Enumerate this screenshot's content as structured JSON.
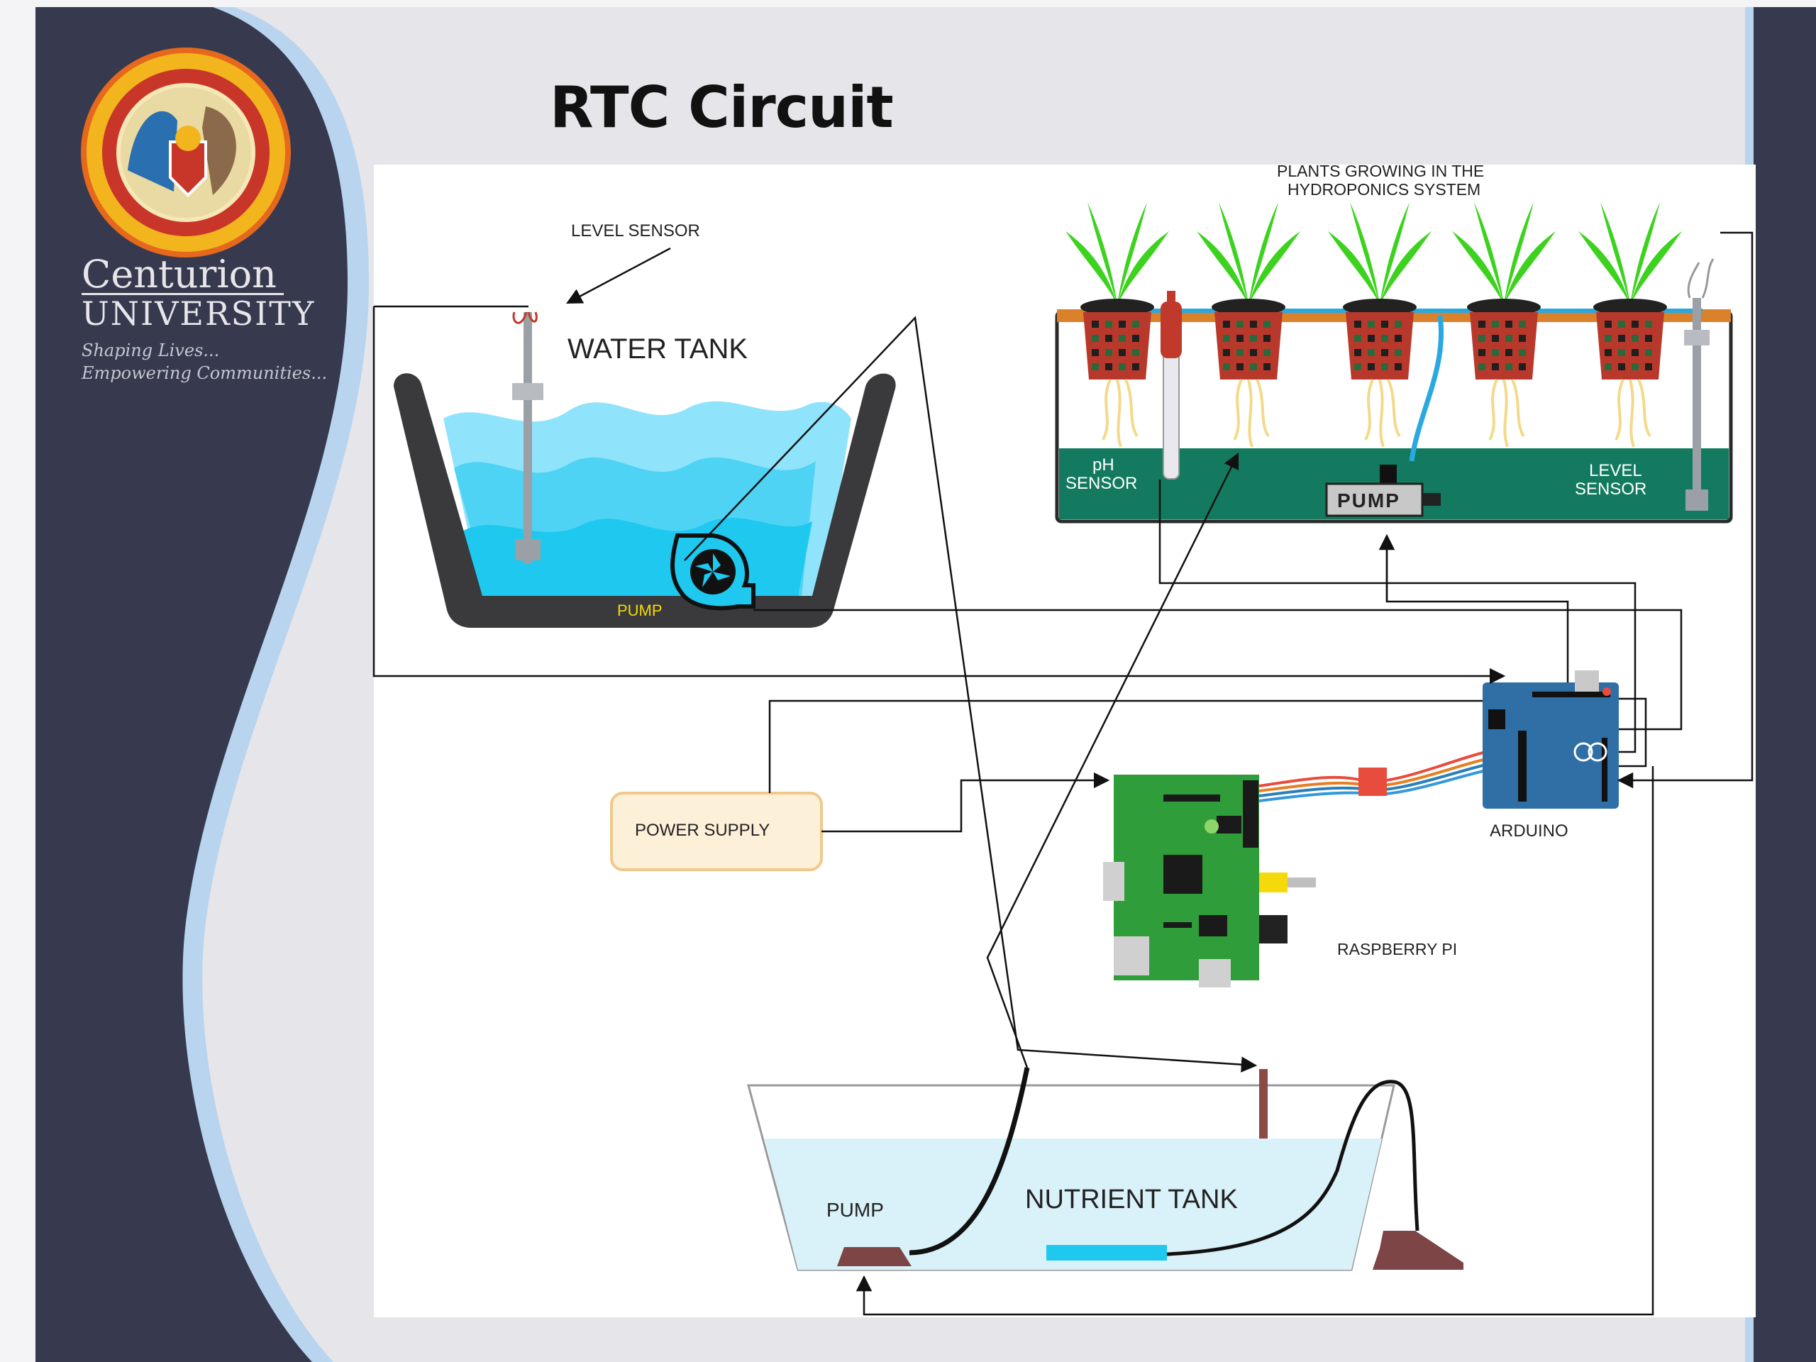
{
  "slide": {
    "title": "RTC Circuit",
    "colors": {
      "sidebar": "#373a4f",
      "accent": "#b8d4ee",
      "water": "#1ec8ef",
      "board_green": "#2f9e3a",
      "arduino_blue": "#2f6fa5"
    }
  },
  "branding": {
    "name": "Centurion",
    "subname": "UNIVERSITY",
    "tagline_1": "Shaping Lives...",
    "tagline_2": "Empowering Communities..."
  },
  "diagram": {
    "level_sensor_label": "LEVEL SENSOR",
    "water_tank_label": "WATER TANK",
    "water_tank_pump_label": "PUMP",
    "hydroponics_label_1": "PLANTS GROWING IN THE",
    "hydroponics_label_2": "HYDROPONICS SYSTEM",
    "ph_sensor_label_1": "pH",
    "ph_sensor_label_2": "SENSOR",
    "hydro_pump_label": "PUMP",
    "hydro_level_label_1": "LEVEL",
    "hydro_level_label_2": "SENSOR",
    "power_supply_label": "POWER SUPPLY",
    "arduino_label": "ARDUINO",
    "raspberry_label": "RASPBERRY PI",
    "nutrient_tank_label": "NUTRIENT TANK",
    "nutrient_pump_label": "PUMP"
  }
}
